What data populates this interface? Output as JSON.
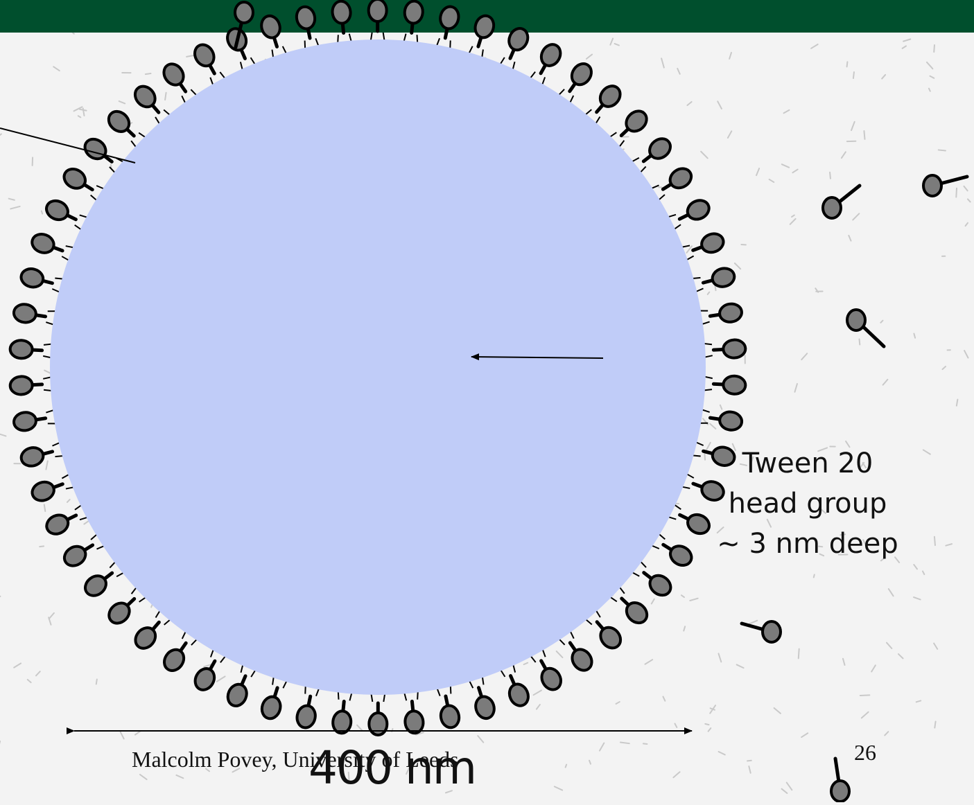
{
  "colors": {
    "header_bar": "#004f2d",
    "background": "#f3f3f3",
    "droplet": "#c0ccf8",
    "head_group": "#7b7b7b",
    "outline": "#000000"
  },
  "icons": {
    "surfactant_molecule": "tween-20-molecule-icon",
    "droplet": "oil-droplet"
  },
  "labels": {
    "tween_line1": "Tween 20",
    "tween_line2": "head group",
    "tween_line3": "~ 3 nm deep",
    "scale": "400 nm",
    "footer": "Malcolm Povey, University of Leeds",
    "page_number": "26"
  }
}
